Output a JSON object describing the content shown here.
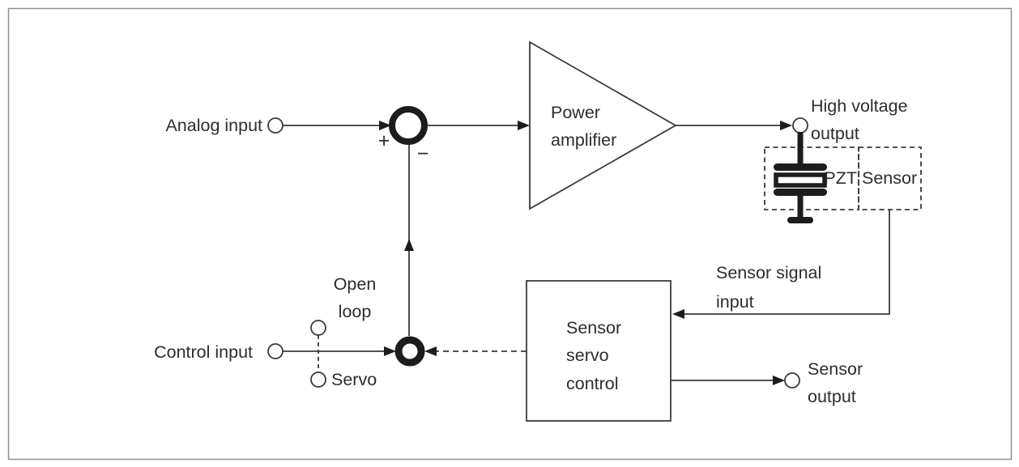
{
  "diagram": {
    "description": "Amplifier servo control block diagram",
    "nodes": {
      "analog_input": {
        "label": "Analog input"
      },
      "control_input": {
        "label": "Control input"
      },
      "summing_junction": {
        "plus": "+",
        "minus": "−"
      },
      "power_amplifier": {
        "label_line1": "Power",
        "label_line2": "amplifier"
      },
      "high_voltage_output": {
        "label_line1": "High voltage",
        "label_line2": "output"
      },
      "pzt_sensor": {
        "pzt_label": "PZT",
        "sensor_label": "Sensor"
      },
      "sensor_signal_input": {
        "label_line1": "Sensor signal",
        "label_line2": "input"
      },
      "sensor_servo_control": {
        "label_line1": "Sensor",
        "label_line2": "servo",
        "label_line3": "control"
      },
      "sensor_output": {
        "label_line1": "Sensor",
        "label_line2": "output"
      },
      "mode_switch": {
        "open_loop_line1": "Open",
        "open_loop_line2": "loop",
        "servo_label": "Servo"
      }
    },
    "colors": {
      "line": "#3a3a3a",
      "solid_shape": "#1c1c1c",
      "text": "#2d2d2d",
      "frame_border": "#8f8f8f",
      "background": "#ffffff"
    }
  }
}
